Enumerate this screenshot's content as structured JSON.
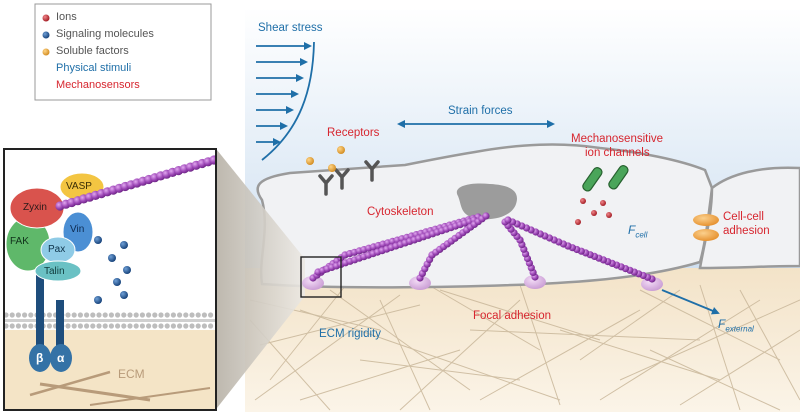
{
  "legend": {
    "items": [
      {
        "label": "Ions",
        "color": "#c0282f",
        "style": "dot"
      },
      {
        "label": "Signaling molecules",
        "color": "#1f4f8c",
        "style": "dot"
      },
      {
        "label": "Soluble factors",
        "color": "#e8a33a",
        "style": "dot"
      },
      {
        "label": "Physical stimuli",
        "color": "#1f6fa8",
        "style": "text"
      },
      {
        "label": "Mechanosensors",
        "color": "#d7262f",
        "style": "text"
      }
    ]
  },
  "inset": {
    "proteins": {
      "zyxin": "Zyxin",
      "vasp": "VASP",
      "fak": "FAK",
      "pax": "Pax",
      "vin": "Vin",
      "talin": "Talin",
      "beta": "β",
      "alpha": "α"
    },
    "ecm_label": "ECM"
  },
  "labels": {
    "shear_stress": "Shear stress",
    "strain_forces": "Strain forces",
    "receptors": "Receptors",
    "mechanosensitive_line1": "Mechanosensitive",
    "mechanosensitive_line2": "ion channels",
    "cytoskeleton": "Cytoskeleton",
    "f_cell_main": "F",
    "f_cell_sub": "cell",
    "cell_cell_line1": "Cell-cell",
    "cell_cell_line2": "adhesion",
    "focal_adhesion": "Focal adhesion",
    "ecm_rigidity": "ECM rigidity",
    "f_external_main": "F",
    "f_external_sub": "external"
  },
  "colors": {
    "mechanosensor_red": "#d7262f",
    "physical_blue": "#1f6fa8",
    "actin_purple": "#9b45b5",
    "cell_fill": "#f1f2f4",
    "medium_blue": "#d9e6f4",
    "ecm_tan": "#f4e6cf"
  }
}
